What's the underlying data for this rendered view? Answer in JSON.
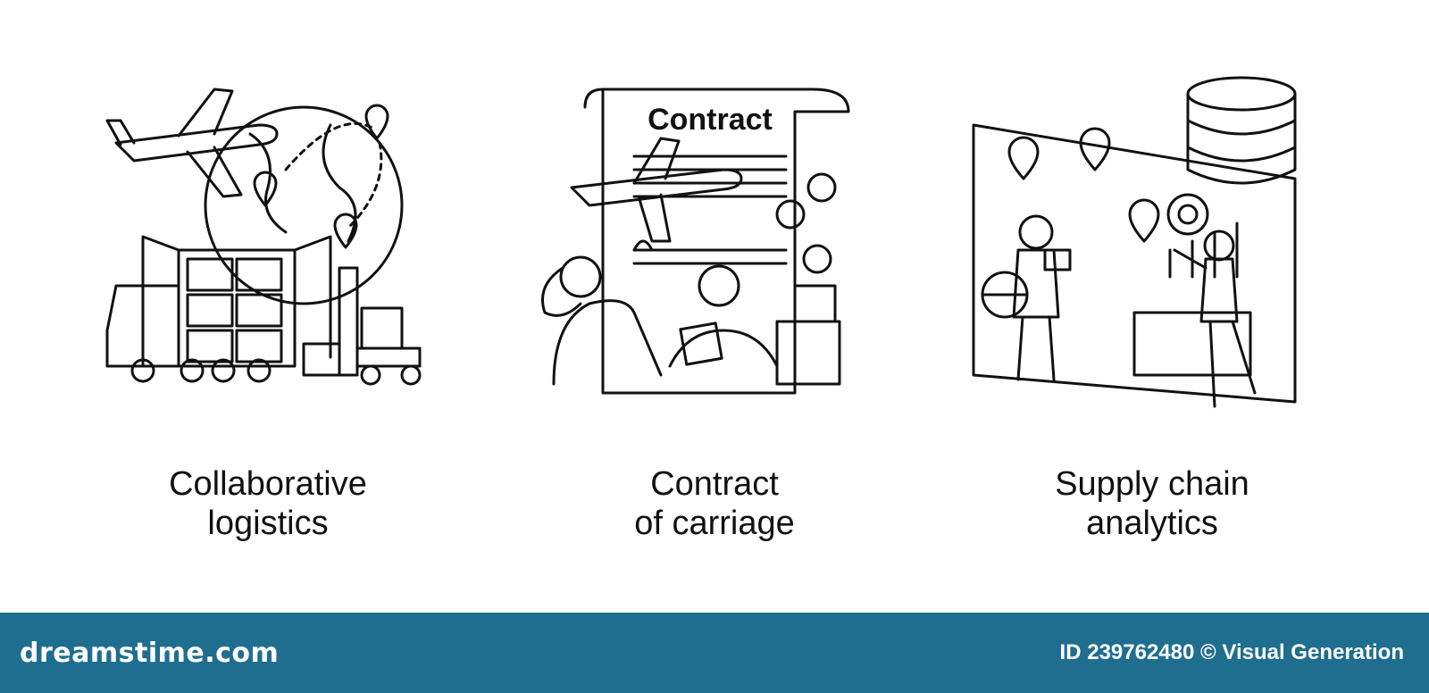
{
  "panels": [
    {
      "title_line1": "Collaborative",
      "title_line2": "logistics",
      "icon": "logistics-illustration"
    },
    {
      "document_title": "Contract",
      "title_line1": "Contract",
      "title_line2": "of carriage",
      "icon": "contract-illustration"
    },
    {
      "title_line1": "Supply chain",
      "title_line2": "analytics",
      "icon": "analytics-illustration"
    }
  ],
  "footer": {
    "brand": "dreamstime.com",
    "credit": "ID 239762480 © Visual Generation"
  },
  "colors": {
    "footer_bg": "#1f6e8f",
    "ink": "#111111"
  }
}
